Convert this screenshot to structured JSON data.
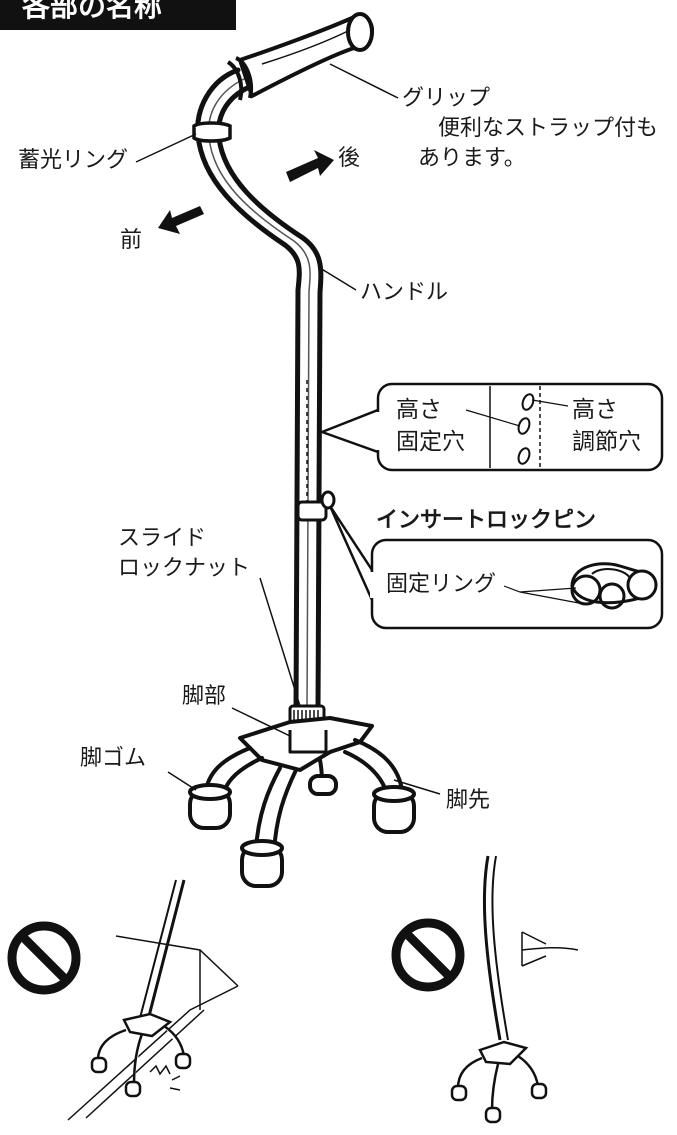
{
  "header": {
    "title": "各部の名称"
  },
  "labels": {
    "grip": "グリップ",
    "grip_note_1": "便利なストラップ付も",
    "grip_note_2": "あります。",
    "luminous_ring": "蓄光リング",
    "back": "後",
    "front": "前",
    "handle": "ハンドル",
    "height_fixing_hole_1": "高さ",
    "height_fixing_hole_2": "固定穴",
    "height_adjust_hole_1": "高さ",
    "height_adjust_hole_2": "調節穴",
    "insert_lock_pin": "インサートロックピン",
    "fixing_ring": "固定リング",
    "slide_lock_nut_1": "スライド",
    "slide_lock_nut_2": "ロックナット",
    "leg_base": "脚部",
    "leg_rubber": "脚ゴム",
    "leg_tip": "脚先"
  }
}
